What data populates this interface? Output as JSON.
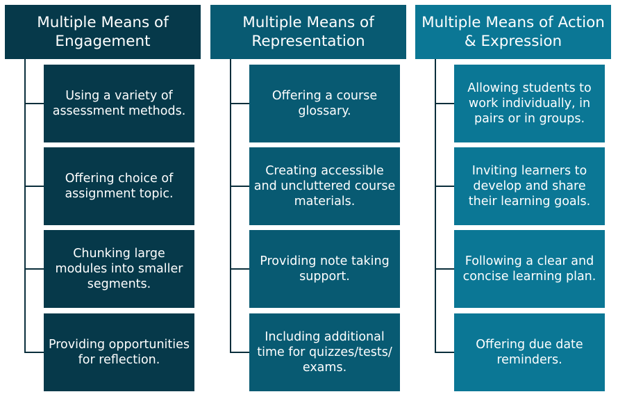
{
  "columns": [
    {
      "title": "Multiple Means of Engagement",
      "color": "#06394a",
      "items": [
        "Using a variety of assessment methods.",
        "Offering choice of assignment topic.",
        "Chunking large modules into smaller segments.",
        "Providing opportunities for reflection."
      ]
    },
    {
      "title": "Multiple Means of Representation",
      "color": "#085a72",
      "items": [
        "Offering a course glossary.",
        "Creating accessible and uncluttered course materials.",
        "Providing note taking support.",
        "Including additional time for quizzes/tests/ exams."
      ]
    },
    {
      "title": "Multiple Means of Action & Expression",
      "color": "#0b7795",
      "items": [
        "Allowing students to work individually, in pairs or in groups.",
        "Inviting learners to develop and share their learning goals.",
        "Following a clear and concise learning plan.",
        "Offering due date reminders."
      ]
    }
  ]
}
